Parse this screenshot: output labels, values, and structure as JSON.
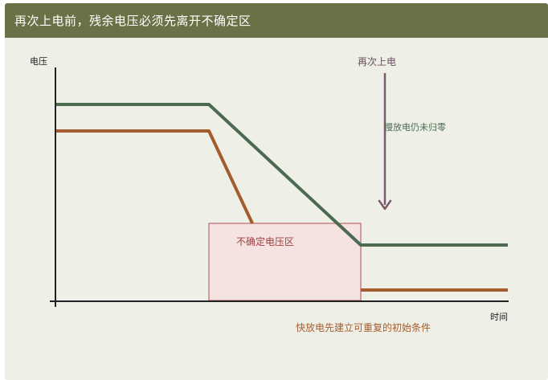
{
  "header": {
    "title": "再次上电前，残余电压必须先离开不确定区"
  },
  "diagram": {
    "y_axis_label": "电压",
    "x_axis_label": "时间",
    "repower_label": "再次上电",
    "slow_discharge_label": "慢放电仍未归零",
    "uncertain_zone_label": "不确定电压区",
    "fast_discharge_note": "快放电先建立可重复的初始条件"
  },
  "colors": {
    "header_bg": "#6a7146",
    "background": "#eef0e8",
    "slow_line": "#4c6a50",
    "fast_line": "#a55c2c",
    "zone_fill": "#f4e3e1",
    "zone_stroke": "#b86a6a",
    "arrow": "#7a5a6a",
    "axis": "#222222"
  }
}
